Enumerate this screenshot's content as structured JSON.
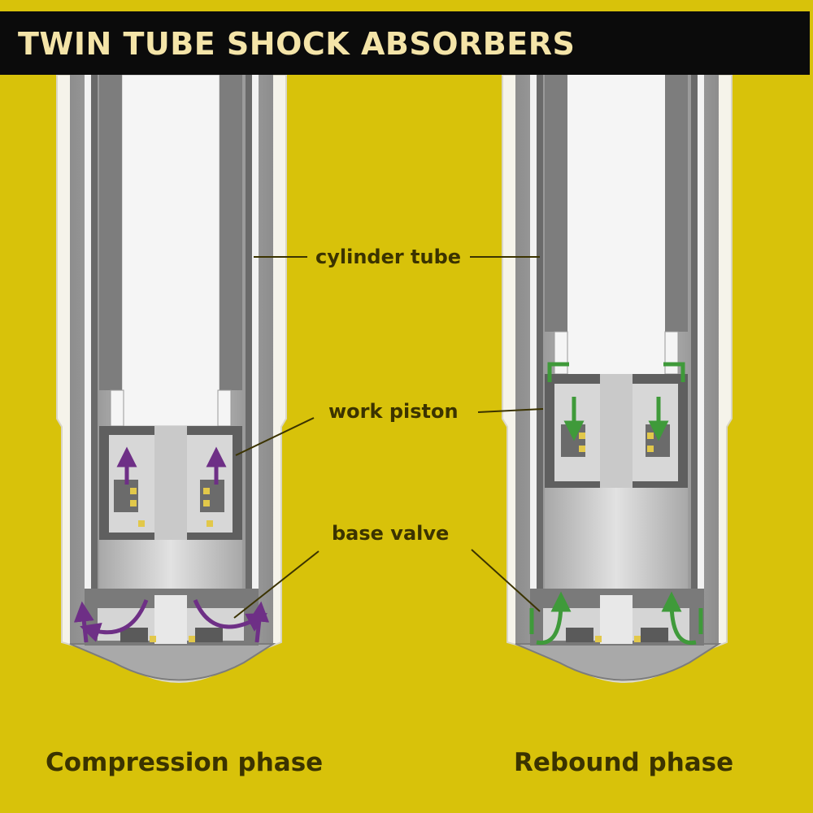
{
  "title": "TWIN TUBE SHOCK ABSORBERS",
  "labels": {
    "cylinder_tube": "cylinder tube",
    "work_piston": "work piston",
    "base_valve": "base valve"
  },
  "captions": {
    "left": "Compression phase",
    "right": "Rebound phase"
  },
  "colors": {
    "background": "#d8c20a",
    "title_bar": "#0b0b0b",
    "title_text": "#f4e4a8",
    "compression_flow": "#6e2f86",
    "rebound_flow": "#3f9a3a",
    "label_text": "#3b3300"
  }
}
